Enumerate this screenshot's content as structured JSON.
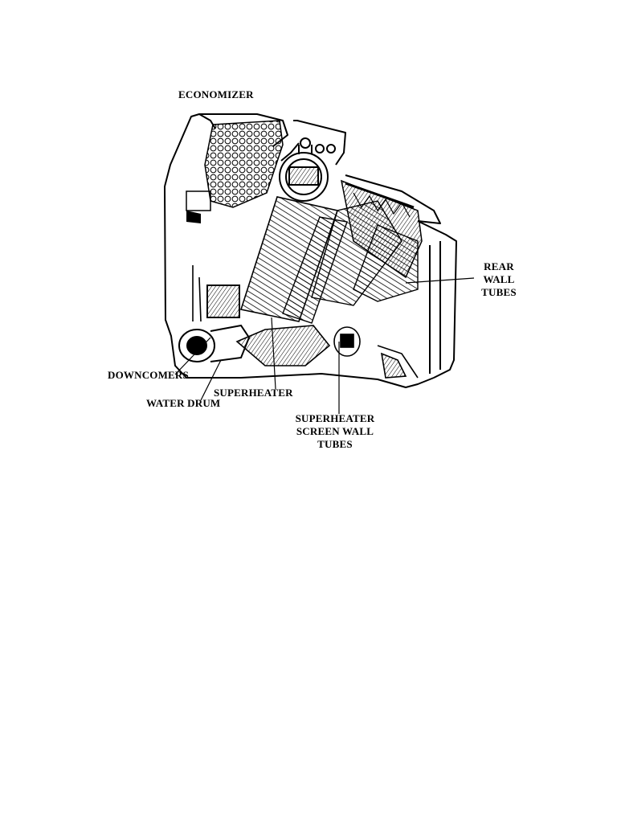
{
  "diagram": {
    "labels": {
      "economizer": "ECONOMIZER",
      "rear_wall_tubes": [
        "REAR",
        "WALL",
        "TUBES"
      ],
      "downcomers": "DOWNCOMERS",
      "superheater": "SUPERHEATER",
      "water_drum": "WATER DRUM",
      "superheater_screen_wall_tubes": [
        "SUPERHEATER",
        "SCREEN WALL",
        "TUBES"
      ]
    },
    "colors": {
      "ink": "#000000",
      "paper": "#ffffff"
    }
  }
}
